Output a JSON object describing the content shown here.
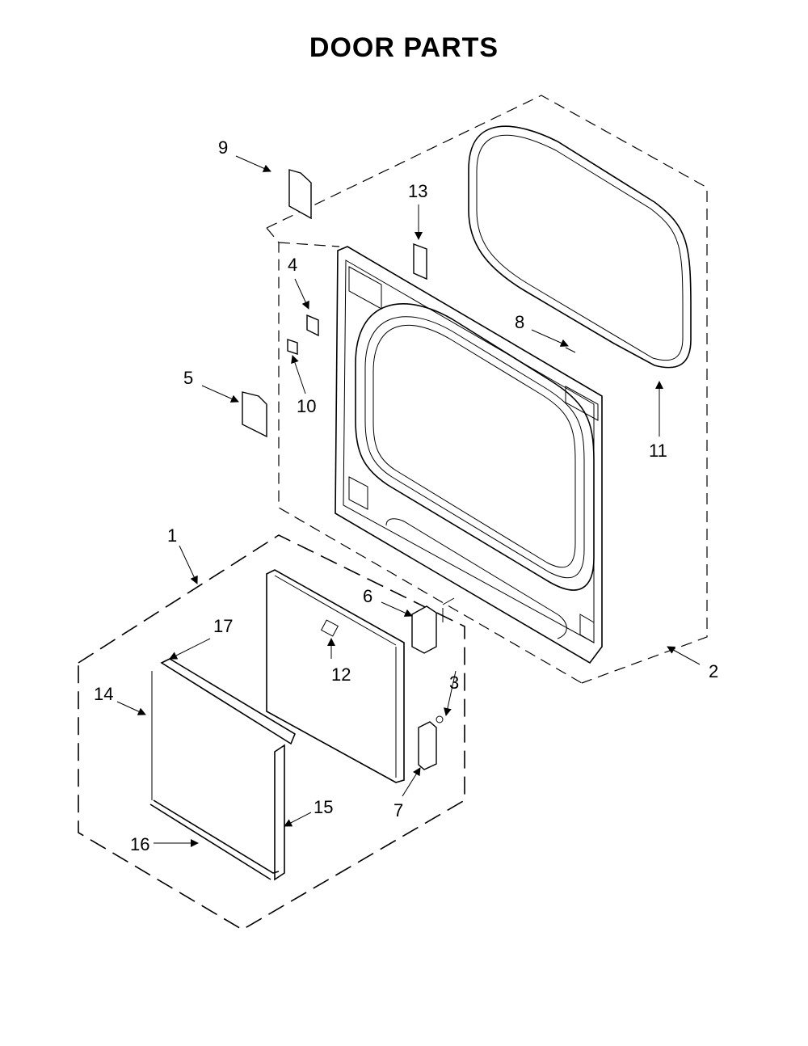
{
  "title": "DOOR PARTS",
  "callouts": [
    "1",
    "2",
    "3",
    "4",
    "5",
    "6",
    "7",
    "8",
    "9",
    "10",
    "11",
    "12",
    "13",
    "14",
    "15",
    "16",
    "17"
  ]
}
